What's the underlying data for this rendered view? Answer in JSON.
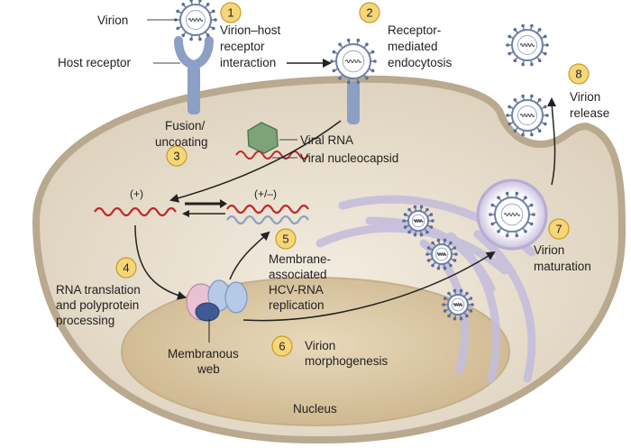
{
  "labels": {
    "virion": "Virion",
    "host_receptor": "Host receptor",
    "step1_line1": "Virion–host",
    "step1_line2": "receptor",
    "step1_line3": "interaction",
    "step2_line1": "Receptor-",
    "step2_line2": "mediated",
    "step2_line3": "endocytosis",
    "fusion_line1": "Fusion/",
    "fusion_line2": "uncoating",
    "viral_rna": "Viral RNA",
    "viral_nucleocapsid": "Viral nucleocapsid",
    "plus": "(+)",
    "plus_minus": "(+/–)",
    "step4_line1": "RNA translation",
    "step4_line2": "and polyprotein",
    "step4_line3": "processing",
    "step5_line1": "Membrane-",
    "step5_line2": "associated",
    "step5_line3": "HCV-RNA",
    "step5_line4": "replication",
    "membranous_line1": "Membranous",
    "membranous_line2": "web",
    "step6_line1": "Virion",
    "step6_line2": "morphogenesis",
    "step7_line1": "Virion",
    "step7_line2": "maturation",
    "step8_line1": "Virion",
    "step8_line2": "release",
    "nucleus": "Nucleus"
  },
  "steps": [
    "1",
    "2",
    "3",
    "4",
    "5",
    "6",
    "7",
    "8"
  ],
  "colors": {
    "cell_fill": "#e8dfcf",
    "cell_stroke": "#b8a98f",
    "nucleus_fill": "#dcc9a7",
    "golgi": "#c4bedc",
    "rna_red": "#c0282d",
    "rna_blue": "#8fa0c6",
    "receptor": "#8c9fc4",
    "nucleocapsid": "#7ea37a",
    "step_circle": "#f5d77a"
  }
}
